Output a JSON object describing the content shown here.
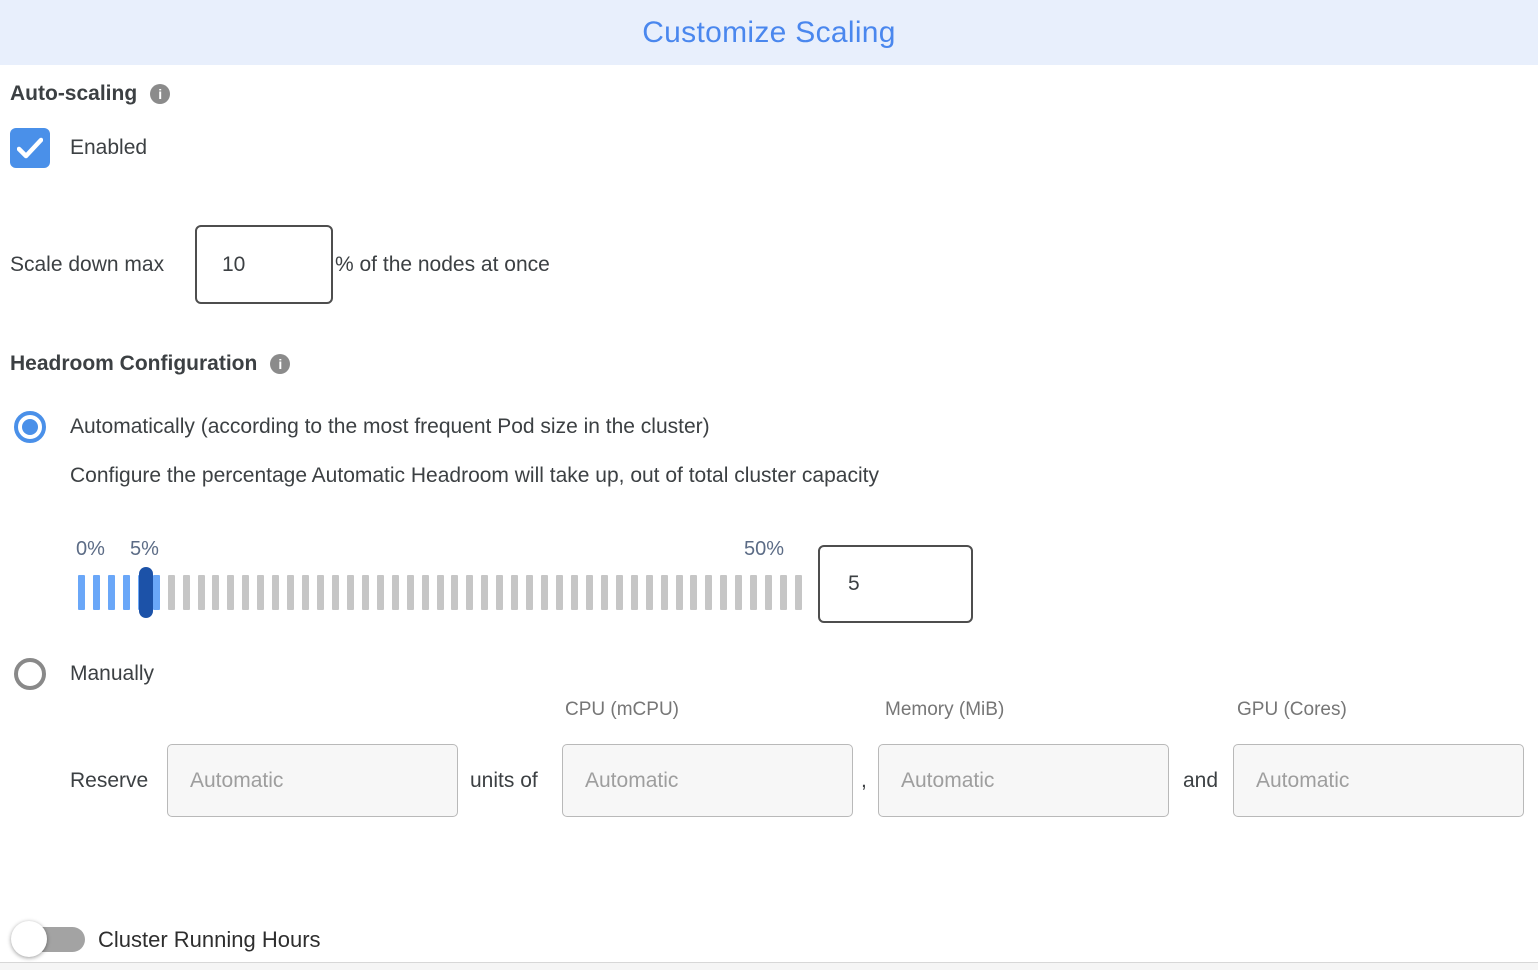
{
  "header": {
    "title": "Customize Scaling"
  },
  "auto_scaling": {
    "label": "Auto-scaling",
    "enabled_label": "Enabled",
    "checkbox_checked": true
  },
  "scale_down": {
    "prefix": "Scale down max",
    "value": "10",
    "suffix": "% of the nodes at once"
  },
  "headroom": {
    "label": "Headroom Configuration",
    "auto_option": "Automatically (according to the most frequent Pod size in the cluster)",
    "auto_description": "Configure the percentage Automatic Headroom will take up, out of total cluster capacity",
    "slider": {
      "min_label": "0%",
      "current_label": "5%",
      "max_label": "50%",
      "value": "5",
      "total_ticks": 49,
      "filled_ticks": 6
    },
    "manual_option": "Manually",
    "manual": {
      "columns": [
        "CPU (mCPU)",
        "Memory (MiB)",
        "GPU (Cores)"
      ],
      "reserve_label": "Reserve",
      "units_of_label": "units of",
      "comma": ",",
      "and_label": "and",
      "placeholders": [
        "Automatic",
        "Automatic",
        "Automatic",
        "Automatic"
      ]
    }
  },
  "cluster_running_hours": {
    "label": "Cluster Running Hours",
    "toggle_on": false
  },
  "colors": {
    "header_background": "#e8effc",
    "title_blue": "#4a87ee",
    "control_blue": "#4a90e9",
    "slider_tick_blue": "#6aa7f8",
    "slider_handle_blue": "#1c52a8",
    "slider_tick_gray": "#c6c6c6"
  }
}
